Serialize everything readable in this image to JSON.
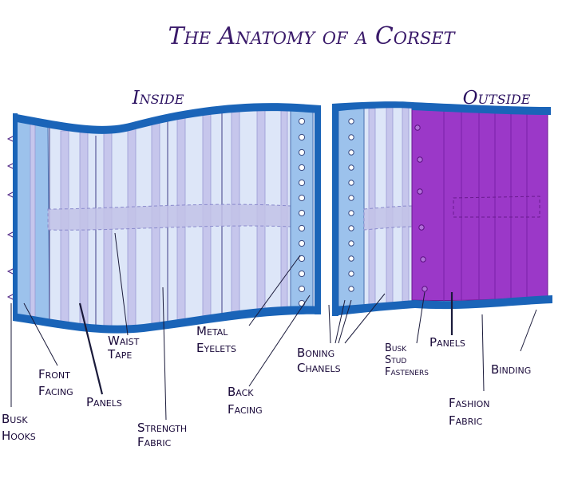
{
  "title": "The Anatomy of a Corset",
  "views": {
    "inside": "Inside",
    "outside": "Outside"
  },
  "labels": {
    "busk_hooks": [
      "Busk",
      "Hooks"
    ],
    "front_facing": [
      "Front",
      "Facing"
    ],
    "panels_inside": "Panels",
    "waist_tape": [
      "Waist",
      "Tape"
    ],
    "strength_fabric": [
      "Strength",
      "Fabric"
    ],
    "metal_eyelets": [
      "Metal",
      "Eyelets"
    ],
    "back_facing": [
      "Back",
      "Facing"
    ],
    "boning_channels": [
      "Boning",
      "Chanels"
    ],
    "busk_stud_fasteners": [
      "Busk",
      "Stud",
      "Fasteners"
    ],
    "panels_outside": "Panels",
    "binding": "Binding",
    "fashion_fabric": [
      "Fashion",
      "Fabric"
    ]
  },
  "colors": {
    "binding": "#1a64b8",
    "facing": "#9cc2ec",
    "strength_fabric": "#dde6f8",
    "boning": "#c6c6ec",
    "fashion_fabric": "#9b38c8",
    "title_text": "#3a1a6a",
    "label_text": "#1a0a3a"
  }
}
